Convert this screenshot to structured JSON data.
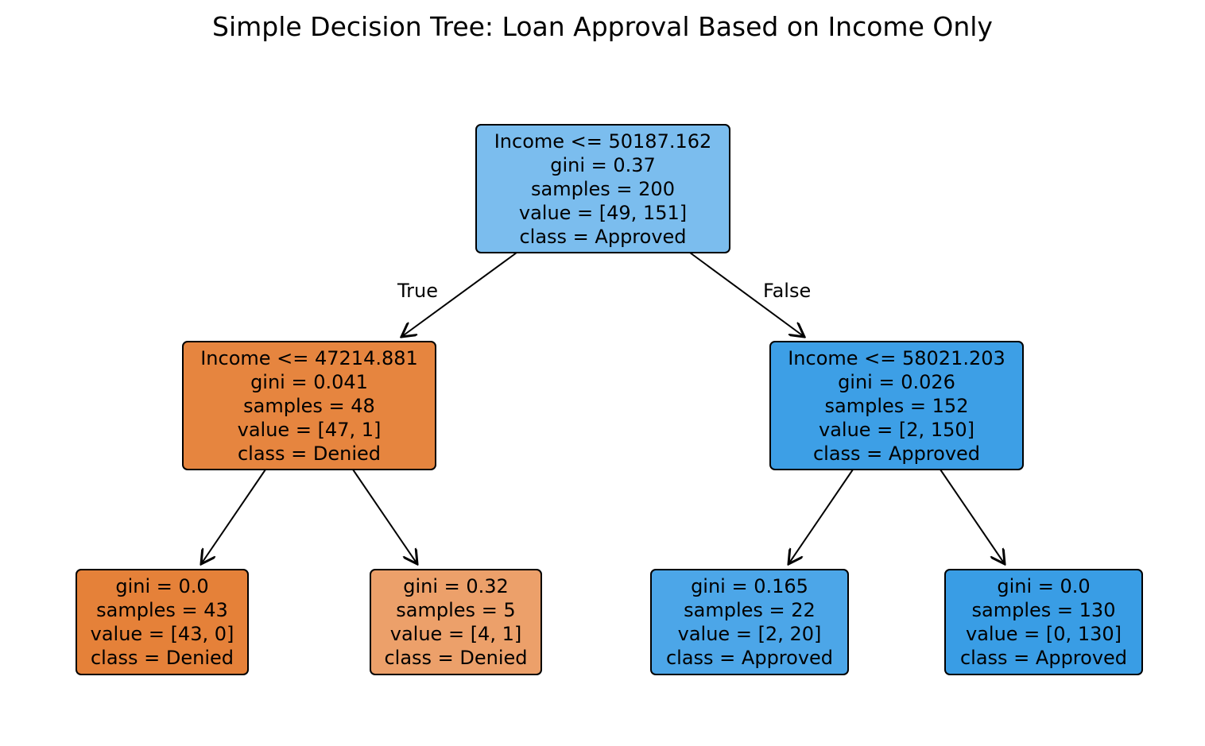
{
  "title": "Simple Decision Tree: Loan Approval Based on Income Only",
  "edge_labels": {
    "true": "True",
    "false": "False"
  },
  "nodes": {
    "root": {
      "split": "Income <= 50187.162",
      "gini": "gini = 0.37",
      "samples": "samples = 200",
      "value": "value = [49, 151]",
      "class": "class = Approved",
      "color": "#7bbdee"
    },
    "left": {
      "split": "Income <= 47214.881",
      "gini": "gini = 0.041",
      "samples": "samples = 48",
      "value": "value = [47, 1]",
      "class": "class = Denied",
      "color": "#e6853f"
    },
    "right": {
      "split": "Income <= 58021.203",
      "gini": "gini = 0.026",
      "samples": "samples = 152",
      "value": "value = [2, 150]",
      "class": "class = Approved",
      "color": "#3d9fe6"
    },
    "ll": {
      "gini": "gini = 0.0",
      "samples": "samples = 43",
      "value": "value = [43, 0]",
      "class": "class = Denied",
      "color": "#e58139"
    },
    "lr": {
      "gini": "gini = 0.32",
      "samples": "samples = 5",
      "value": "value = [4, 1]",
      "class": "class = Denied",
      "color": "#eca06a"
    },
    "rl": {
      "gini": "gini = 0.165",
      "samples": "samples = 22",
      "value": "value = [2, 20]",
      "class": "class = Approved",
      "color": "#4ca6e8"
    },
    "rr": {
      "gini": "gini = 0.0",
      "samples": "samples = 130",
      "value": "value = [0, 130]",
      "class": "class = Approved",
      "color": "#399de5"
    }
  }
}
